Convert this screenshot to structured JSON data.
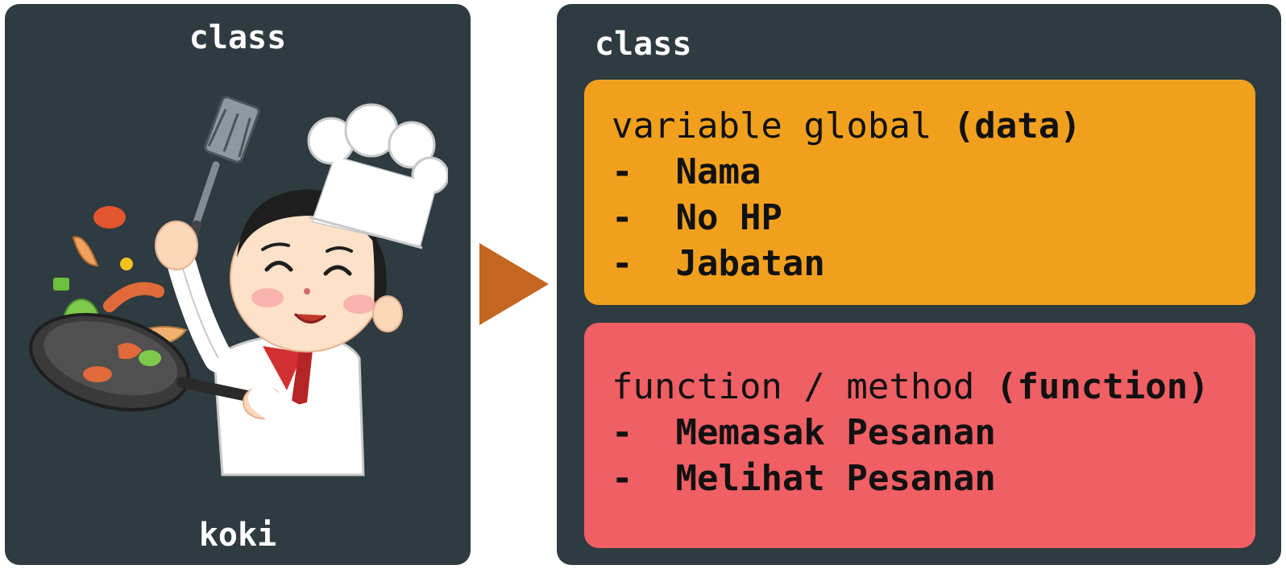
{
  "left_panel": {
    "title": "class",
    "name": "koki"
  },
  "right_panel": {
    "title": "class",
    "data_box": {
      "heading": "variable global",
      "heading_tag": "(data)",
      "items": [
        "Nama",
        "No HP",
        "Jabatan"
      ],
      "color": "#f1a01e"
    },
    "function_box": {
      "heading": "function / method",
      "heading_tag": "(function)",
      "items": [
        "Memasak Pesanan",
        "Melihat Pesanan"
      ],
      "color": "#ef5f64"
    }
  },
  "bullet": "-",
  "colors": {
    "panel_bg": "#2e3b40",
    "arrow": "#c4661f",
    "title_text": "#ffffff"
  },
  "icons": {
    "chef": "chef-cooking-icon",
    "arrow": "right-arrow-icon"
  }
}
